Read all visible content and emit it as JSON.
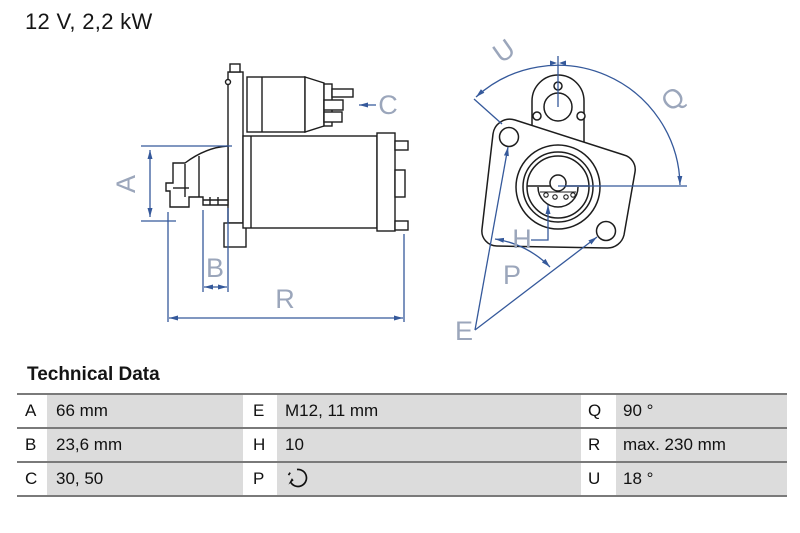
{
  "title": "12 V, 2,2 kW",
  "table": {
    "heading": "Technical Data",
    "rows": [
      {
        "k1": "A",
        "v1": "66 mm",
        "k2": "E",
        "v2": "M12, 11 mm",
        "k3": "Q",
        "v3": "90 °"
      },
      {
        "k1": "B",
        "v1": "23,6 mm",
        "k2": "H",
        "v2": "10",
        "k3": "R",
        "v3": "max. 230 mm"
      },
      {
        "k1": "C",
        "v1": "30, 50",
        "k2": "P",
        "v2": "",
        "k3": "U",
        "v3": "18 °"
      }
    ],
    "p_value_icon": "rotation-direction-icon"
  },
  "drawing": {
    "labels": {
      "A": "A",
      "B": "B",
      "C": "C",
      "R": "R",
      "E": "E",
      "H": "H",
      "P": "P",
      "Q": "Q",
      "U": "U"
    },
    "colors": {
      "outline": "#1d1d1d",
      "dimension": "#35599b",
      "label": "#9ba6bb"
    }
  }
}
